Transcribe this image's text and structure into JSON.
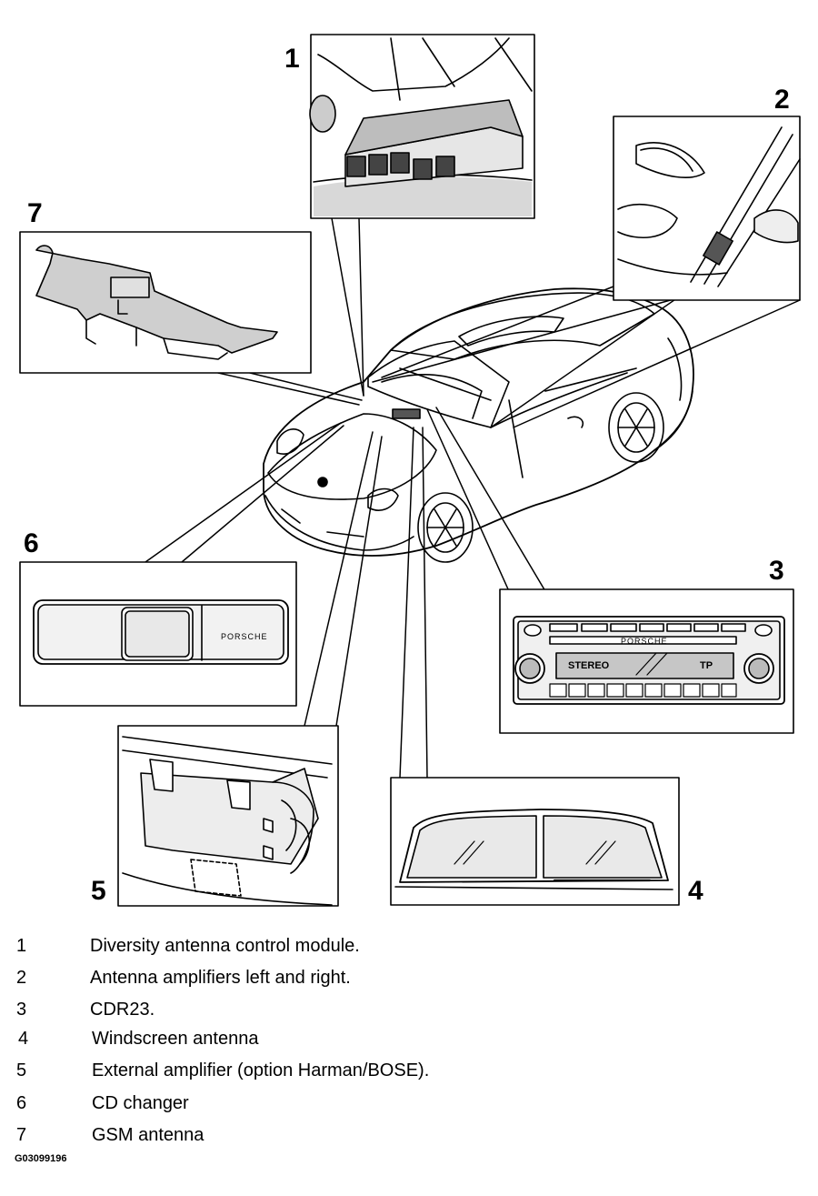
{
  "callouts": [
    "1",
    "2",
    "3",
    "4",
    "5",
    "6",
    "7"
  ],
  "panels": {
    "radio": {
      "brand": "PORSCHE",
      "display_left": "STEREO",
      "display_right": "TP"
    },
    "cd_changer": {
      "brand": "PORSCHE"
    }
  },
  "legend": [
    {
      "num": "1",
      "text": "Diversity antenna control module."
    },
    {
      "num": "2",
      "text": "Antenna amplifiers left and right."
    },
    {
      "num": "3",
      "text": "CDR23."
    },
    {
      "num": "4",
      "text": "Windscreen antenna"
    },
    {
      "num": "5",
      "text": "External amplifier (option Harman/BOSE)."
    },
    {
      "num": "6",
      "text": "CD changer"
    },
    {
      "num": "7",
      "text": "GSM antenna"
    }
  ],
  "figure_id": "G03099196"
}
